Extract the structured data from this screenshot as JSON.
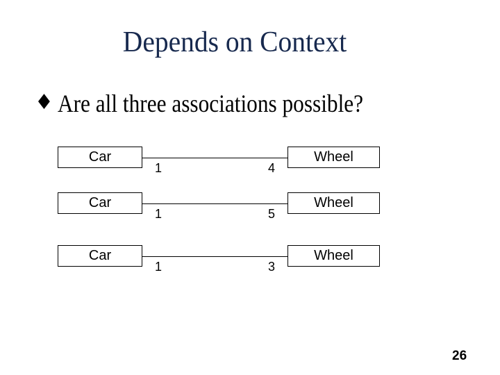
{
  "slide": {
    "title": "Depends on Context",
    "bullet": {
      "marker": "♦",
      "text": "Are all three associations possible?"
    },
    "page_number": "26"
  },
  "colors": {
    "title_text": "#17294E",
    "body_text": "#000000",
    "diagram_stroke": "#000000",
    "background": "#FFFFFF"
  },
  "diagram": {
    "rows": [
      {
        "left_class": "Car",
        "left_multiplicity": "1",
        "right_multiplicity": "4",
        "right_class": "Wheel"
      },
      {
        "left_class": "Car",
        "left_multiplicity": "1",
        "right_multiplicity": "5",
        "right_class": "Wheel"
      },
      {
        "left_class": "Car",
        "left_multiplicity": "1",
        "right_multiplicity": "3",
        "right_class": "Wheel"
      }
    ]
  }
}
